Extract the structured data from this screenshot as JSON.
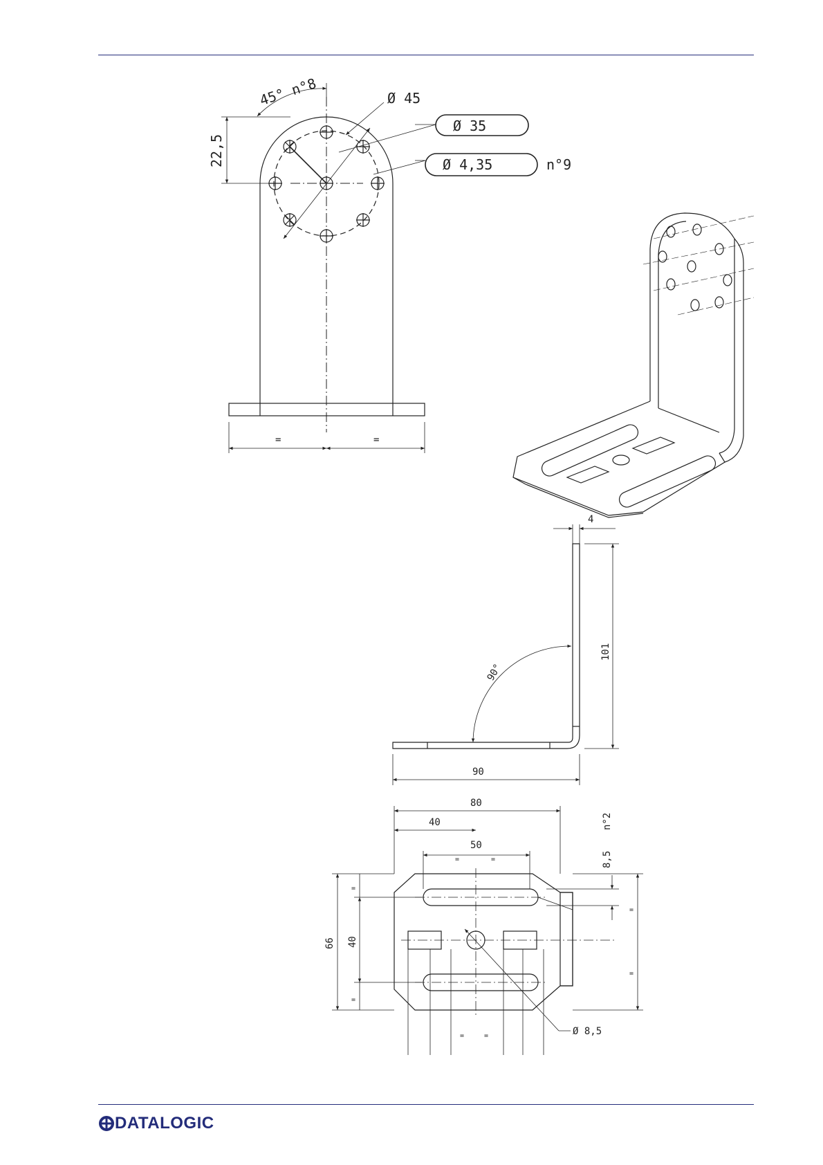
{
  "header": {
    "rule_color": "#232c7a"
  },
  "footer": {
    "brand": "DATALOGIC",
    "brand_color": "#232c7a"
  },
  "front_view": {
    "angle_label": "45° n°8",
    "outer_diameter": "Ø 45",
    "bolt_circle": "Ø 35",
    "hole_diameter": "Ø 4,35",
    "hole_count": "n°9",
    "height_label": "22,5",
    "equal_left": "=",
    "equal_right": "="
  },
  "side_view": {
    "thickness": "4",
    "height": "101",
    "angle": "90°",
    "length": "90"
  },
  "base_view": {
    "width_80": "80",
    "width_40": "40",
    "width_50": "50",
    "slot_count": "n°2",
    "slot_width": "8,5",
    "depth_66": "66",
    "depth_40": "40",
    "center_hole": "Ø 8,5",
    "equal": "="
  },
  "icons": {
    "logo": "datalogic-logo-icon"
  }
}
